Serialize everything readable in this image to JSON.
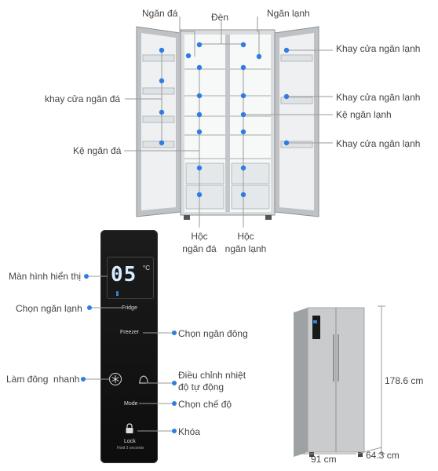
{
  "labels": {
    "ngan_da": "Ngăn đá",
    "den": "Đèn",
    "ngan_lanh": "Ngăn lạnh",
    "khay_cua_ngan_lanh_1": "Khay cửa ngăn lạnh",
    "khay_cua_ngan_da": "khay cửa ngăn đá",
    "khay_cua_ngan_lanh_2": "Khay cửa ngăn lạnh",
    "ke_ngan_lanh": "Kệ ngăn lạnh",
    "khay_cua_ngan_lanh_3": "Khay cửa ngăn lạnh",
    "ke_ngan_da": "Kệ ngăn đá",
    "hoc_ngan_da_1": "Hộc",
    "hoc_ngan_da_2": "ngăn đá",
    "hoc_ngan_lanh_1": "Hộc",
    "hoc_ngan_lanh_2": "ngăn lạnh",
    "man_hinh": "Màn hình hiển thị",
    "chon_ngan_lanh": "Chọn ngăn lạnh",
    "chon_ngan_dong": "Chọn ngăn đông",
    "lam_dong_nhanh": "Làm đông  nhanh",
    "dieu_chinh_1": "Điều chỉnh nhiệt",
    "dieu_chinh_2": "độ tự động",
    "chon_che_do": "Chọn chế độ",
    "khoa": "Khóa"
  },
  "panel": {
    "temperature": "05",
    "unit": "°C",
    "fridge_btn": "Fridge",
    "freezer_btn": "Freezer",
    "mode_btn": "Mode",
    "lock_btn": "Lock",
    "lock_hint": "Hold 3 seconds"
  },
  "dimensions": {
    "height": "178.6 cm",
    "width": "91 cm",
    "depth": "64.3 cm"
  },
  "colors": {
    "dot": "#2f7de1",
    "line": "#9a9a9a",
    "fridge_body": "#c9cbcd",
    "panel": "#111111"
  }
}
